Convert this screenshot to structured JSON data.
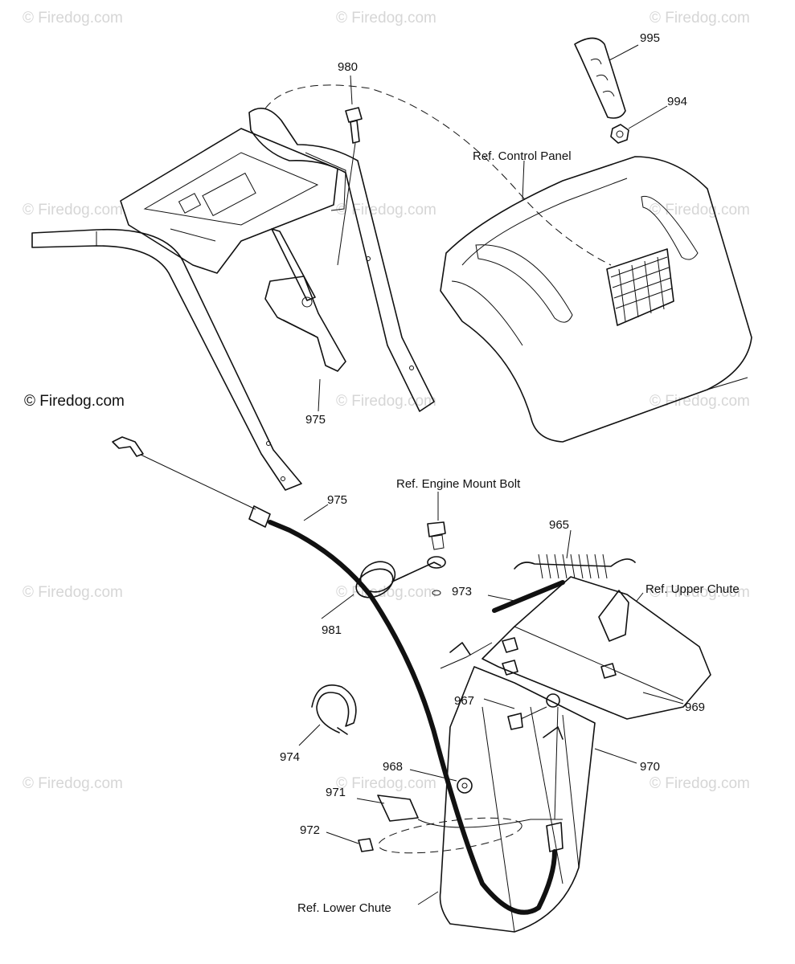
{
  "diagram": {
    "watermark_text": "© Firedog.com",
    "copyright_text": "© Firedog.com",
    "labels": {
      "p995": "995",
      "p994": "994",
      "p980": "980",
      "control_panel": "Ref. Control Panel",
      "p975_top": "975",
      "engine_mount_bolt": "Ref. Engine Mount Bolt",
      "p975_cable": "975",
      "p965": "965",
      "p973": "973",
      "upper_chute": "Ref. Upper Chute",
      "p981": "981",
      "p969": "969",
      "p967": "967",
      "p974": "974",
      "p970": "970",
      "p968": "968",
      "p971": "971",
      "p972": "972",
      "lower_chute": "Ref. Lower Chute"
    }
  }
}
